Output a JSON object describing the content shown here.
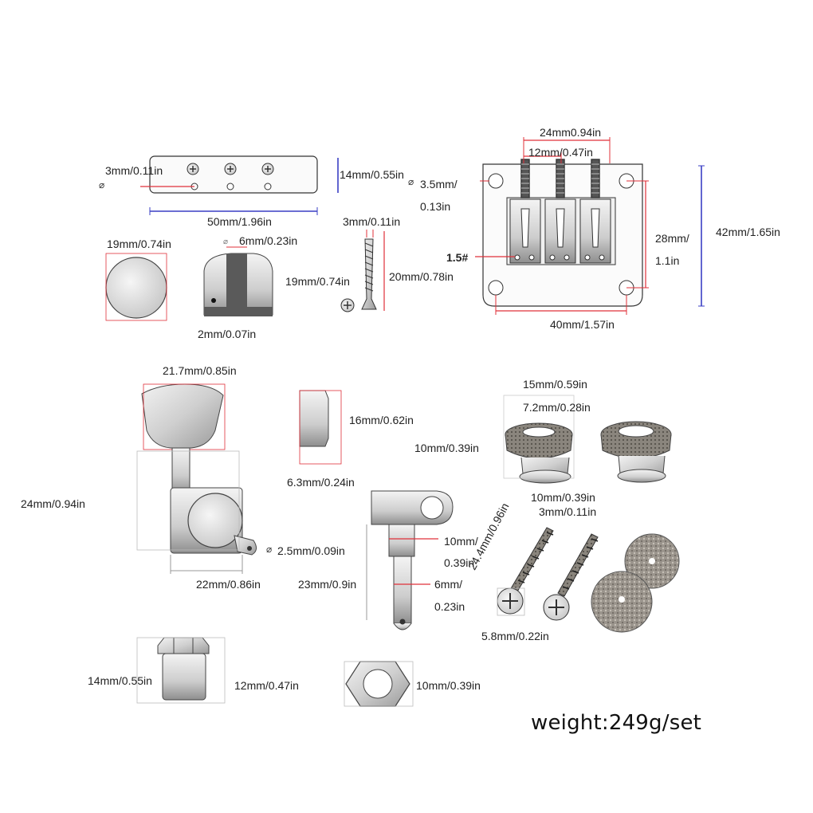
{
  "colors": {
    "dim_red": "#e0303a",
    "dim_blue": "#3a3fc4",
    "part_silver": "#d9d9d9",
    "part_dark": "#555555"
  },
  "labels": {
    "saddle_hole": "3mm/0.11in",
    "saddle_height": "14mm/0.55in",
    "saddle_length": "50mm/1.96in",
    "cap_diameter": "19mm/0.74in",
    "cap_slot": "6mm/0.23in",
    "cap_height": "19mm/0.74in",
    "cap_hole": "2mm/0.07in",
    "screw_diameter": "3mm/0.11in",
    "screw_length": "20mm/0.78in",
    "bridge_hole_a": "3.5mm/",
    "bridge_hole_b": "0.13in",
    "bridge_top_outer": "24mm0.94in",
    "bridge_top_inner": "12mm/0.47in",
    "bridge_wrench": "1.5#",
    "bridge_inner_height_a": "28mm/",
    "bridge_inner_height_b": "1.1in",
    "bridge_height": "42mm/1.65in",
    "bridge_width": "40mm/1.57in",
    "tuner_knob_width": "21.7mm/0.85in",
    "tuner_height": "24mm/0.94in",
    "tuner_hole": "2.5mm/0.09in",
    "tuner_base_width": "22mm/0.86in",
    "bushing_height": "16mm/0.62in",
    "bushing_width": "6.3mm/0.24in",
    "post_a_a": "10mm/",
    "post_a_b": "0.39in",
    "post_b_a": "6mm/",
    "post_b_b": "0.23in",
    "post_length": "23mm/0.9in",
    "strap_top": "15mm/0.59in",
    "strap_inner": "7.2mm/0.28in",
    "strap_height": "10mm/0.39in",
    "strap_bottom": "10mm/0.39in",
    "strap_screw_dia": "3mm/0.11in",
    "strap_screw_len": "24.4mm/0.96in",
    "strap_screw_head": "5.8mm/0.22in",
    "nut_height": "14mm/0.55in",
    "nut_width": "12mm/0.47in",
    "hex_width": "10mm/0.39in",
    "weight": "weight:249g/set"
  }
}
